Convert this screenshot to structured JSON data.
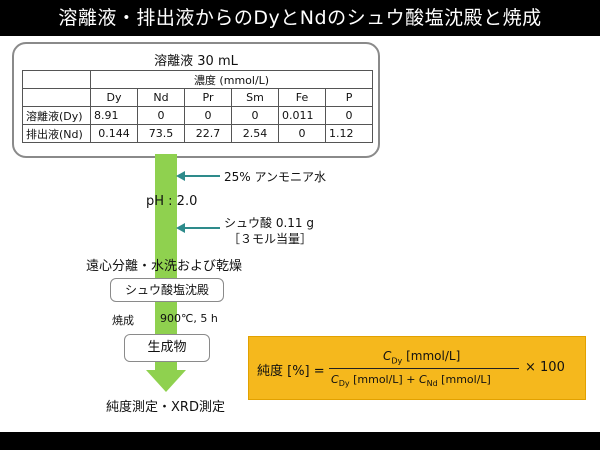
{
  "title": "溶離液・排出液からのDyとNdのシュウ酸塩沈殿と焼成",
  "solution_box": {
    "title": "溶離液 30 mL",
    "concentration_header": "濃度 (mmol/L)",
    "columns": [
      "Dy",
      "Nd",
      "Pr",
      "Sm",
      "Fe",
      "P"
    ],
    "rows": [
      {
        "label": "溶離液(Dy)",
        "values": [
          "8.91",
          "0",
          "0",
          "0",
          "0.011",
          "0"
        ]
      },
      {
        "label": "排出液(Nd)",
        "values": [
          "0.144",
          "73.5",
          "22.7",
          "2.54",
          "0",
          "1.12"
        ]
      }
    ]
  },
  "flow": {
    "ammonia": "25% アンモニア水",
    "ph": "pH : 2.0",
    "oxalic_line1": "シュウ酸 0.11 g",
    "oxalic_line2": "［３モル当量］",
    "separation": "遠心分離・水洗および乾燥",
    "precipitate_box": "シュウ酸塩沈殿",
    "calcination_label": "焼成",
    "calcination_condition": "900℃, 5 h",
    "product_box": "生成物",
    "measurement": "純度測定・XRD測定"
  },
  "formula": {
    "lhs": "純度 [%] =",
    "numerator_var": "C",
    "numerator_sub": "Dy",
    "numerator_unit": " [mmol/L]",
    "den_var1": "C",
    "den_sub1": "Dy",
    "den_unit1": " [mmol/L] + ",
    "den_var2": "C",
    "den_sub2": "Nd",
    "den_unit2": " [mmol/L]",
    "multiplier": "× 100"
  },
  "colors": {
    "arrow": "#8fd14f",
    "formula_bg": "#f5b81d",
    "teal_arrow": "#2e8b8b"
  }
}
